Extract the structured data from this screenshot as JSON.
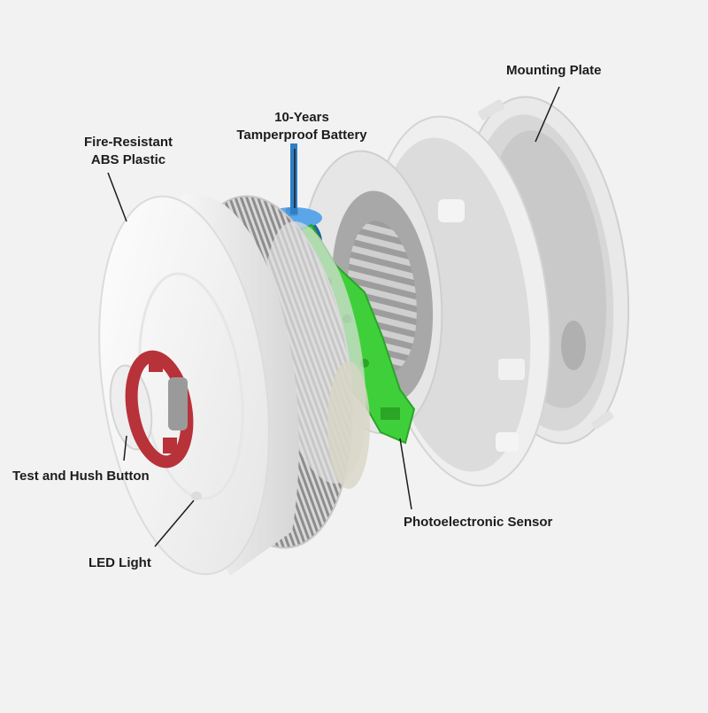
{
  "labels": {
    "mounting_plate": "Mounting Plate",
    "battery_line1": "10-Years",
    "battery_line2": "Tamperproof Battery",
    "abs_line1": "Fire-Resistant",
    "abs_line2": "ABS Plastic",
    "test_hush_button": "Test and Hush Button",
    "photoelectronic_sensor": "Photoelectronic Sensor",
    "led_light": "LED Light"
  },
  "colors": {
    "background": "#f2f2f2",
    "housing": "#ececec",
    "battery": "#2f7fc4",
    "circuit_board": "#3fcf3a",
    "button_frame": "#b8323a",
    "leader_line": "#1c1c1c"
  }
}
